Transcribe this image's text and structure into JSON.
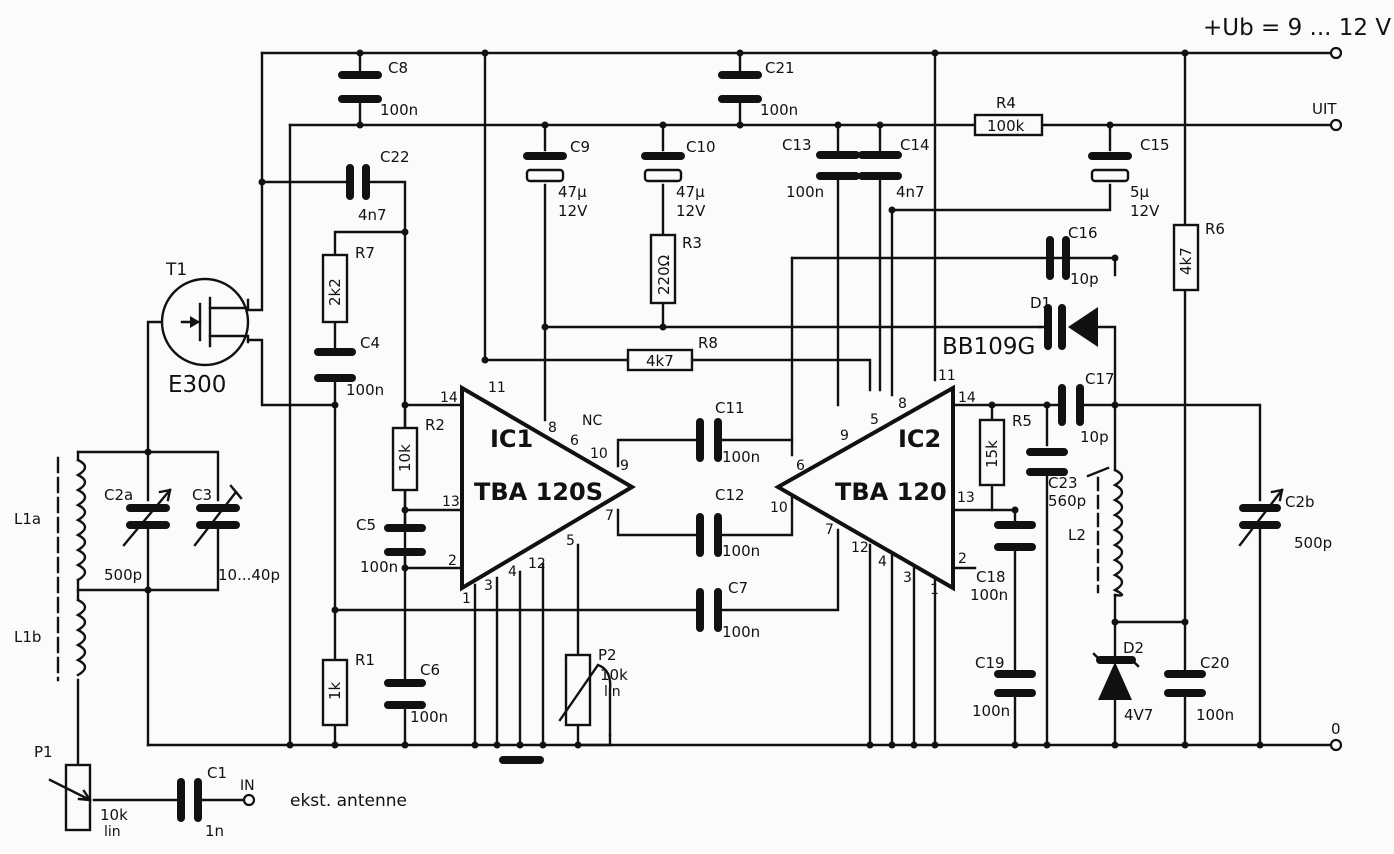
{
  "supply": {
    "label": "+Ub = 9 ... 12 V",
    "out": "UIT",
    "ground": "0",
    "input": "IN",
    "antenna": "ekst. antenne"
  },
  "ics": {
    "ic1": {
      "ref": "IC1",
      "type": "TBA 120S",
      "nc": "NC"
    },
    "ic2": {
      "ref": "IC2",
      "type": "TBA 120"
    }
  },
  "transistor": {
    "ref": "T1",
    "type": "E300"
  },
  "pins": {
    "ic1": [
      "14",
      "11",
      "8",
      "6",
      "10",
      "9",
      "7",
      "13",
      "2",
      "1",
      "3",
      "4",
      "12",
      "5"
    ],
    "ic2": [
      "9",
      "5",
      "8",
      "11",
      "14",
      "6",
      "10",
      "7",
      "12",
      "4",
      "3",
      "1",
      "13",
      "2"
    ]
  },
  "capacitors": [
    {
      "ref": "C8",
      "value": "100n"
    },
    {
      "ref": "C21",
      "value": "100n"
    },
    {
      "ref": "C22",
      "value": "4n7"
    },
    {
      "ref": "C9",
      "value": "47µ",
      "voltage": "12V"
    },
    {
      "ref": "C10",
      "value": "47µ",
      "voltage": "12V"
    },
    {
      "ref": "C13",
      "value": "100n"
    },
    {
      "ref": "C14",
      "value": "4n7"
    },
    {
      "ref": "C15",
      "value": "5µ",
      "voltage": "12V"
    },
    {
      "ref": "C4",
      "value": "100n"
    },
    {
      "ref": "C16",
      "value": "10p"
    },
    {
      "ref": "C17",
      "value": "10p"
    },
    {
      "ref": "C11",
      "value": "100n"
    },
    {
      "ref": "C12",
      "value": "100n"
    },
    {
      "ref": "C7",
      "value": "100n"
    },
    {
      "ref": "C5",
      "value": "100n"
    },
    {
      "ref": "C6",
      "value": "100n"
    },
    {
      "ref": "C23",
      "value": "560p"
    },
    {
      "ref": "C18",
      "value": "100n"
    },
    {
      "ref": "C19",
      "value": "100n"
    },
    {
      "ref": "C20",
      "value": "100n"
    },
    {
      "ref": "C1",
      "value": "1n"
    },
    {
      "ref": "C2a",
      "value": "500p"
    },
    {
      "ref": "C3",
      "value": "10...40p"
    },
    {
      "ref": "C2b",
      "value": "500p"
    }
  ],
  "resistors": [
    {
      "ref": "R4",
      "value": "100k"
    },
    {
      "ref": "R7",
      "value": "2k2"
    },
    {
      "ref": "R3",
      "value": "220Ω"
    },
    {
      "ref": "R6",
      "value": "4k7"
    },
    {
      "ref": "R8",
      "value": "4k7"
    },
    {
      "ref": "R2",
      "value": "10k"
    },
    {
      "ref": "R5",
      "value": "15k"
    },
    {
      "ref": "R1",
      "value": "1k"
    }
  ],
  "pots": [
    {
      "ref": "P1",
      "value": "10k",
      "taper": "lin"
    },
    {
      "ref": "P2",
      "value": "10k",
      "taper": "lin"
    }
  ],
  "diodes": [
    {
      "ref": "D1",
      "type": "BB109G"
    },
    {
      "ref": "D2",
      "type": "4V7"
    }
  ],
  "coils": {
    "l1a": "L1a",
    "l1b": "L1b",
    "l2": "L2"
  }
}
